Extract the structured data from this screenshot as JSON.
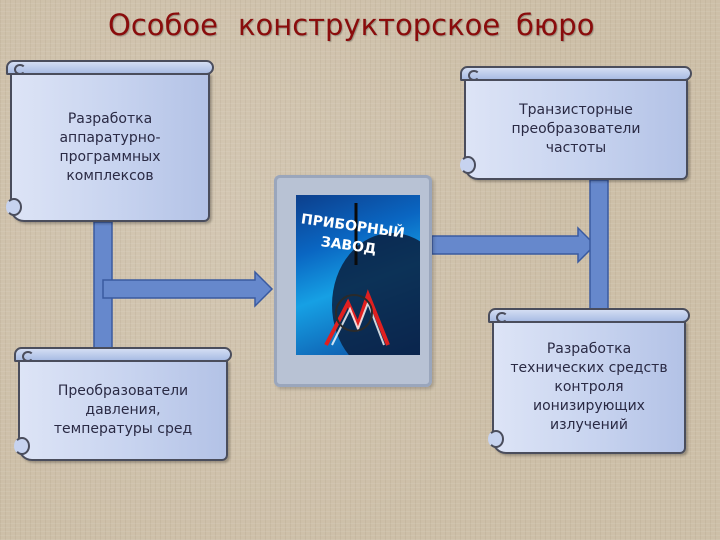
{
  "title": {
    "word1": "Особое",
    "word2": "конструкторское",
    "word3": "бюро"
  },
  "boxes": {
    "top_left": "Разработка\nаппаратурно-\nпрограммных\nкомплексов",
    "top_right": "Транзисторные\nпреобразователи\nчастоты",
    "bottom_left": "Преобразователи\nдавления,\nтемпературы сред",
    "bottom_right": "Разработка\nтехнических средств\nконтроля\nионизирующих\nизлучений"
  },
  "logo": {
    "text_line1": "ПРИБОРНЫЙ",
    "text_line2": "ЗАВОД"
  },
  "colors": {
    "title": "#8a0c0c",
    "connector_fill": "#6688cc",
    "connector_stroke": "#3a5aa0",
    "scroll_fill": "#c7d3ef"
  }
}
